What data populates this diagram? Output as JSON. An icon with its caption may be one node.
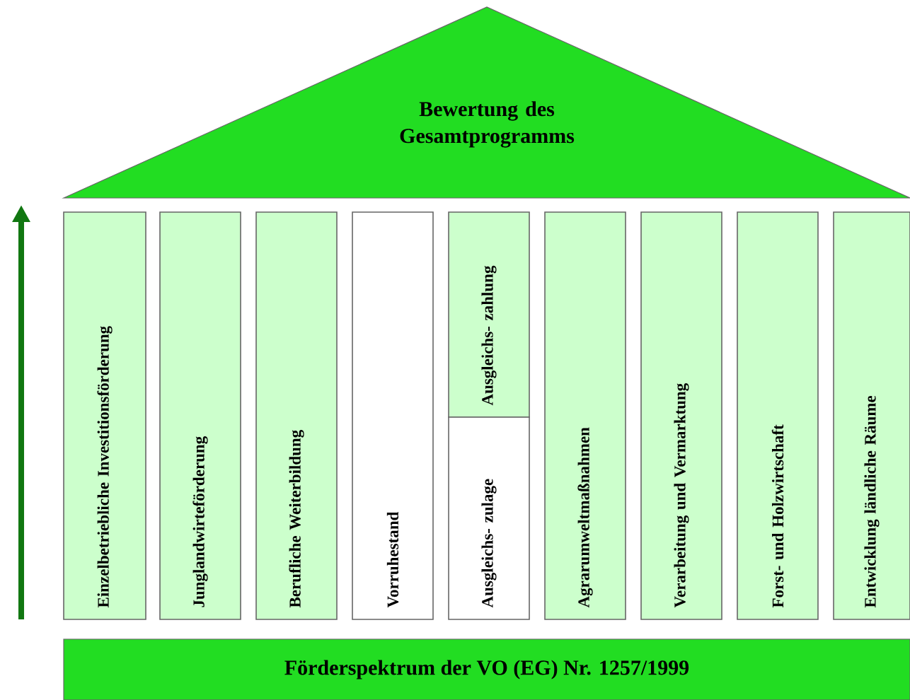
{
  "diagram": {
    "nodes": [
      {
        "text": [
          "Bewertung des Gesamtprogramms"
        ]
      },
      {
        "text": [
          "Einzelbetriebliche Investitionsförderung"
        ]
      },
      {
        "text": [
          "Junglandwirteförderung"
        ]
      },
      {
        "text": [
          "Berufliche Weiterbildung"
        ]
      },
      {
        "text": [
          "Vorruhestand"
        ]
      },
      {
        "text": [
          "Ausgleichs- zahlung"
        ]
      },
      {
        "text": [
          "Ausgleichs- zulage"
        ]
      },
      {
        "text": [
          "Agrarumweltmaßnahmen"
        ]
      },
      {
        "text": [
          "Verarbeitung und Vermarktung"
        ]
      },
      {
        "text": [
          "Forst- und Holzwirtschaft"
        ]
      },
      {
        "text": [
          "Entwicklung ländliche Räume"
        ]
      },
      {
        "text": [
          "Förderspektrum der VO (EG) Nr. 1257/1999"
        ]
      }
    ]
  }
}
